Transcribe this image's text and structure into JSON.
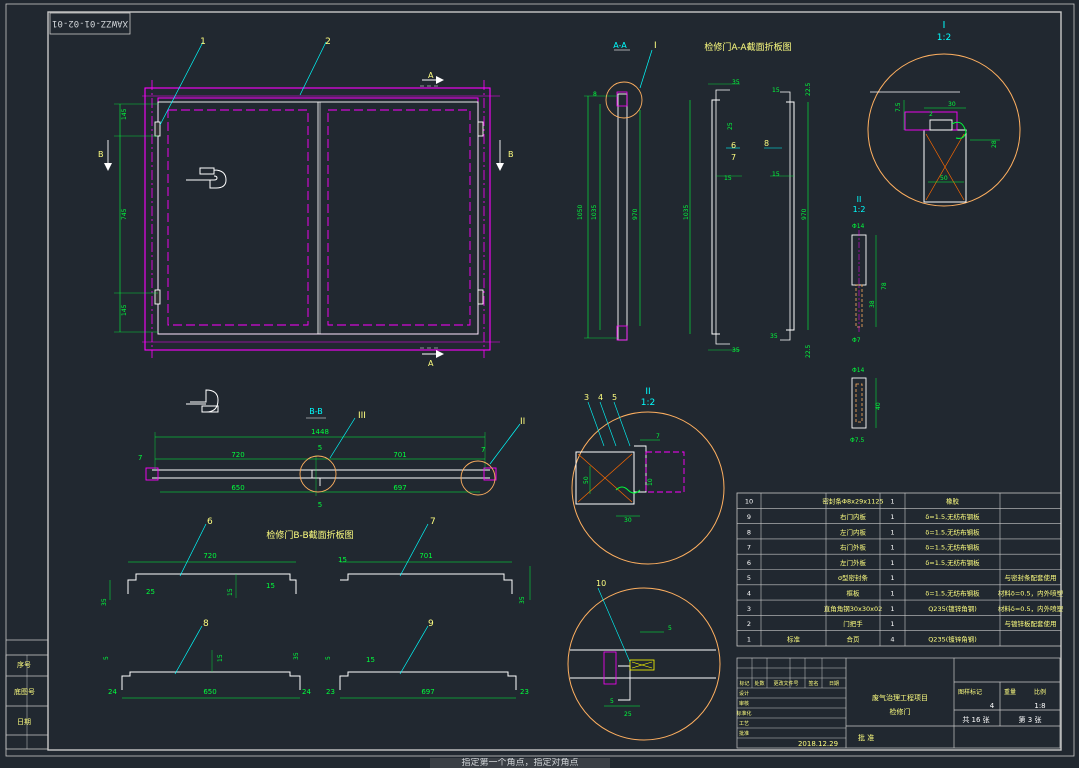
{
  "colors": {
    "background": "#212830",
    "frame": "#ffffff",
    "cyan": "#00ffff",
    "green": "#00ff3c",
    "magenta": "#ff00ff",
    "yellow": "#ffff00",
    "circle": "#ffb060",
    "label": "#ffff80"
  },
  "drawing_code": "XAWZZ-01-02-01",
  "sections": {
    "aa_mark": "A-A",
    "aa_title": "检修门A-A截面折板图",
    "bb_mark": "B-B",
    "bb_title": "检修门B-B截面折板图",
    "detail1_mark": "I",
    "detail1_scale": "1:2",
    "detail2_mark": "II",
    "detail2_scale": "1:2",
    "pin_scale": "1:2"
  },
  "callouts": {
    "main1": "1",
    "main2": "2",
    "aa_I": "I",
    "bb_II": "II",
    "bb_III": "III",
    "d2_3": "3",
    "d2_4": "4",
    "d2_5": "5",
    "d3_10": "10",
    "side8": "8",
    "side6": "6",
    "side7": "7",
    "bb_5": "5",
    "part6": "6",
    "part7": "7",
    "part8": "8",
    "part9": "9"
  },
  "arrows": {
    "A_top": "A",
    "A_bottom": "A",
    "B_left": "B",
    "B_right": "B"
  },
  "dims": {
    "m145a": "145",
    "m745": "745",
    "m145b": "145",
    "aa1050": "1050",
    "aa1035": "1035",
    "aa970": "970",
    "aa8": "8",
    "s35a": "35",
    "s25a": "25",
    "s15a": "15",
    "s1035": "1035",
    "s35b": "35",
    "t225a": "22.5",
    "t15a": "15",
    "t15b": "15",
    "t970": "970",
    "t35": "35",
    "t225b": "22.5",
    "bb7a": "7",
    "bb1448": "1448",
    "bb5a": "5",
    "bb720": "720",
    "bb701": "701",
    "bb7b": "7",
    "bb650": "650",
    "bb697": "697",
    "p6_720": "720",
    "p6_25": "25",
    "p6_15": "15",
    "p6_35": "35",
    "p6_15b": "15",
    "p7_701": "701",
    "p7_15": "15",
    "p7_35": "35",
    "p8_5a": "5",
    "p8_15": "15",
    "p8_35": "35",
    "p8_650": "650",
    "p8_24a": "24",
    "p8_24b": "24",
    "p9_5": "5",
    "p9_15": "15",
    "p9_697": "697",
    "p9_23a": "23",
    "p9_23b": "23",
    "d1_75": "7.5",
    "d1_2": "2",
    "d1_30": "30",
    "d1_28": "28",
    "d1_50": "50",
    "d2_7": "7",
    "d2_50": "50",
    "d2_30": "30",
    "d2_10": "10",
    "d3_5a": "5",
    "d3_5b": "5",
    "d3_25": "25",
    "pin_d14": "Φ14",
    "pin_78": "78",
    "pin_38": "38",
    "pin_d7": "Φ7",
    "pin2_d14": "Φ14",
    "pin2_40": "40",
    "pin2_d75": "Φ7.5"
  },
  "bom": {
    "rows": [
      {
        "no": "10",
        "name": "密封条Φ8x29x1125",
        "qty": "1",
        "mat": "橡胶",
        "note": ""
      },
      {
        "no": "9",
        "name": "右门内板",
        "qty": "1",
        "mat": "δ=1.5,无纺布钢板",
        "note": ""
      },
      {
        "no": "8",
        "name": "左门内板",
        "qty": "1",
        "mat": "δ=1.5,无纺布钢板",
        "note": ""
      },
      {
        "no": "7",
        "name": "右门外板",
        "qty": "1",
        "mat": "δ=1.5,无纺布钢板",
        "note": ""
      },
      {
        "no": "6",
        "name": "左门外板",
        "qty": "1",
        "mat": "δ=1.5,无纺布钢板",
        "note": ""
      },
      {
        "no": "5",
        "name": "σ型密封条",
        "qty": "1",
        "mat": "",
        "note": "与密封条配套使用"
      },
      {
        "no": "4",
        "name": "框板",
        "qty": "1",
        "mat": "δ=1.5,无纺布钢板",
        "note": "材料δ=0.5，内外喷塑"
      },
      {
        "no": "3",
        "name": "直角角钢30x30x02",
        "qty": "1",
        "mat": "Q235(镀锌角钢)",
        "note": "材料δ=0.5，内外喷塑"
      },
      {
        "no": "2",
        "name": "门把手",
        "qty": "1",
        "mat": "",
        "note": "与镀锌板配套使用"
      },
      {
        "no": "1",
        "name": "合页",
        "qty": "4",
        "mat": "Q235(镀锌角钢)",
        "note": ""
      }
    ],
    "row1_extra": "标准"
  },
  "title_block": {
    "project": "废气治理工程项目",
    "part": "检修门",
    "date": "2018.12.29",
    "stage_label": "图样标记",
    "weight_label": "重量",
    "scale_label": "比例",
    "count": "4",
    "scale": "1:8",
    "sheets": "共 16 张",
    "sheet_no": "第 3 张",
    "col_mark": "标记",
    "col_count": "处数",
    "col_doc": "更改文件号",
    "col_sign": "签名",
    "col_date": "日期",
    "row_design": "设计",
    "row_check": "审核",
    "row_std": "标准化",
    "row_proc": "工艺",
    "row_approve": "批准",
    "approve_label": "批 准"
  },
  "side_tags": {
    "seq": "序号",
    "drawing": "底图号",
    "date": "日期"
  },
  "status": "指定第一个角点，指定对角点"
}
